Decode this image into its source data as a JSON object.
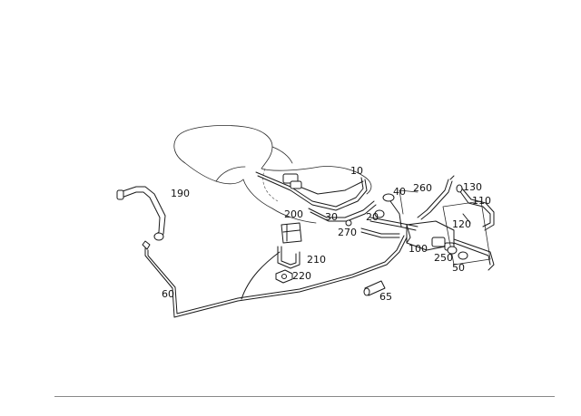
{
  "diagram": {
    "callouts": [
      "10",
      "20",
      "30",
      "40",
      "50",
      "60",
      "65",
      "100",
      "110",
      "120",
      "130",
      "190",
      "200",
      "210",
      "220",
      "250",
      "260",
      "270"
    ]
  }
}
